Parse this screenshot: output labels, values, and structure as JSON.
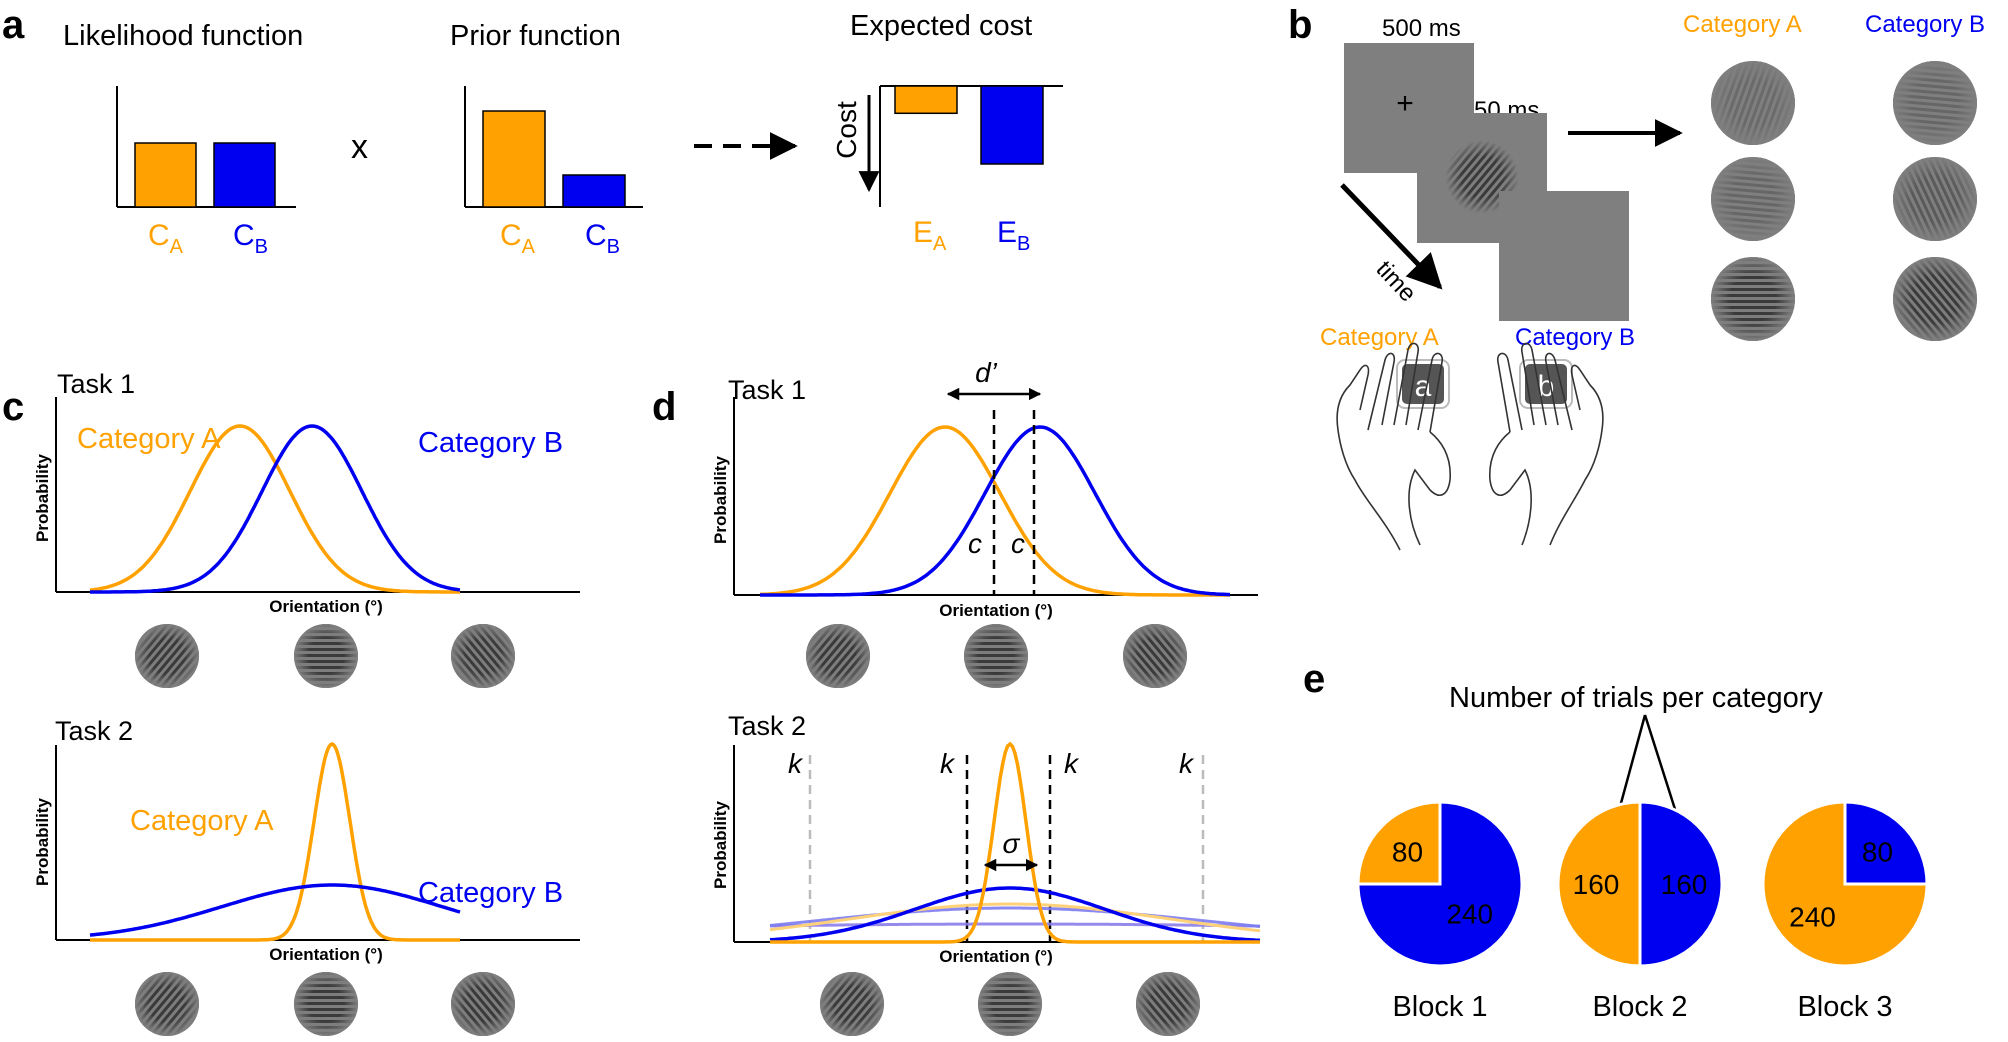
{
  "colors": {
    "category_a": "#FFA100",
    "category_b": "#0000F0",
    "stimulus_gray": "#7f7f7f"
  },
  "panel_a": {
    "letter": "a",
    "likelihood_title": "Likelihood function",
    "prior_title": "Prior function",
    "expected_cost_title": "Expected cost",
    "times_symbol": "x",
    "cost_axis_label": "Cost",
    "ca_main": "C",
    "ca_sub": "A",
    "cb_main": "C",
    "cb_sub": "B",
    "ea_main": "E",
    "ea_sub": "A",
    "eb_main": "E",
    "eb_sub": "B",
    "likelihood_values": {
      "A": 0.5,
      "B": 0.5
    },
    "prior_values": {
      "A": 0.75,
      "B": 0.25
    },
    "expected_cost_values": {
      "A": 0.35,
      "B": 1.0
    }
  },
  "panel_b": {
    "letter": "b",
    "fixation_duration": "500 ms",
    "stimulus_duration": "50 ms",
    "time_label": "time",
    "category_a_label": "Category A",
    "category_b_label": "Category B",
    "key_a": "a",
    "key_b": "b",
    "example_header_a": "Category A",
    "example_header_b": "Category B"
  },
  "panel_c": {
    "letter": "c",
    "task1_title": "Task 1",
    "task2_title": "Task 2",
    "category_a_label": "Category A",
    "category_b_label": "Category B",
    "ylabel": "Probability",
    "xlabel": "Orientation (°)"
  },
  "panel_d": {
    "letter": "d",
    "task1_title": "Task 1",
    "task2_title": "Task 2",
    "d_prime": "d’",
    "criterion": "c",
    "boundary": "k",
    "sigma": "σ",
    "ylabel": "Probability",
    "xlabel": "Orientation (°)"
  },
  "panel_e": {
    "letter": "e",
    "title": "Number of trials per category",
    "blocks": [
      {
        "label": "Block 1",
        "a": 80,
        "b": 240,
        "a_text": "80",
        "b_text": "240"
      },
      {
        "label": "Block 2",
        "a": 160,
        "b": 160,
        "a_text": "160",
        "b_text": "160"
      },
      {
        "label": "Block 3",
        "a": 240,
        "b": 80,
        "a_text": "240",
        "b_text": "80"
      }
    ]
  }
}
